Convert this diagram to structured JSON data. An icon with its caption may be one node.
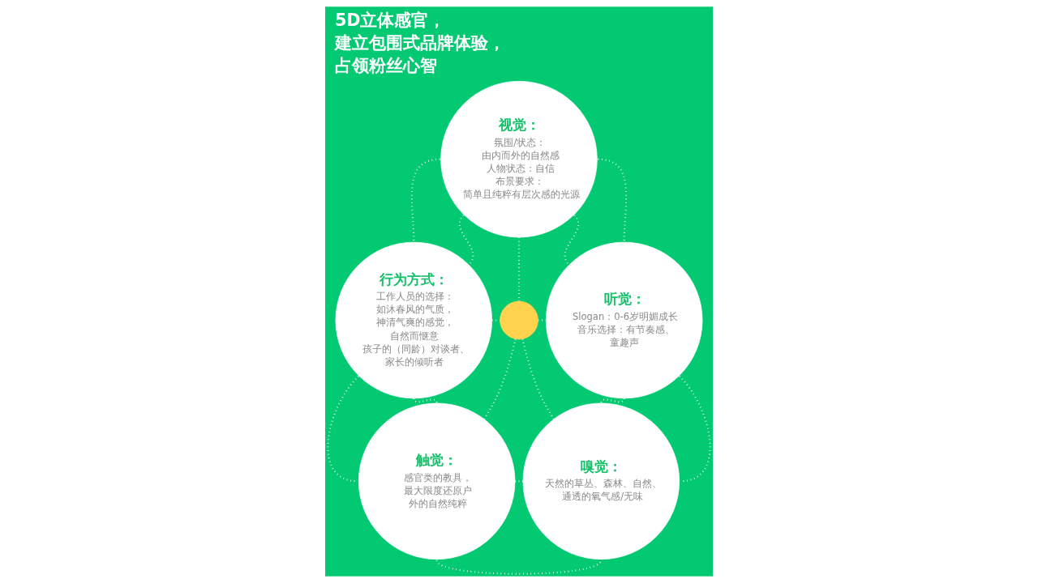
{
  "diagram": {
    "title": "5D立体感官，建立包围式品牌体验，占领粉丝心智",
    "nodes": [
      {
        "text": [
          "视觉：",
          "氛围/状态：由内而外的自然感",
          "人物状态：自信",
          "布景要求：简单且纯粹有层次感的光源"
        ]
      },
      {
        "text": [
          "行为方式：",
          "工作人员的选择：如沐春风的气质，神清气爽的感觉，自然而惬意",
          "孩子的（同龄）对谈者、家长的倾听者"
        ]
      },
      {
        "text": [
          "听觉：",
          "Slogan：0-6岁明媚成长",
          "音乐选择：有节奏感、童趣声"
        ]
      },
      {
        "text": [],
        "shape": "circle"
      },
      {
        "text": [
          "触觉：",
          "感官类的教具，最大限度还原户外的自然纯粹"
        ]
      },
      {
        "text": [
          "嗅觉：",
          "天然的草丛、森林、自然、通透的氧气感/无味"
        ]
      }
    ],
    "edges": [
      {
        "from": 0,
        "to": 3,
        "arrow": "none"
      },
      {
        "from": 1,
        "to": 3,
        "arrow": "none"
      },
      {
        "from": 3,
        "to": 2,
        "arrow": "none"
      },
      {
        "from": 3,
        "to": 4,
        "arrow": "none"
      },
      {
        "from": 3,
        "to": 5,
        "arrow": "none"
      },
      {
        "from": 0,
        "to": 1,
        "arrow": "none"
      },
      {
        "from": 0,
        "to": 2,
        "arrow": "none"
      },
      {
        "from": 1,
        "to": 4,
        "arrow": "none"
      },
      {
        "from": 2,
        "to": 5,
        "arrow": "none"
      },
      {
        "from": 4,
        "to": 5,
        "arrow": "none"
      },
      {
        "from": 0,
        "to": 1,
        "arrow": "none"
      },
      {
        "from": 0,
        "to": 2,
        "arrow": "none"
      },
      {
        "from": 1,
        "to": 4,
        "arrow": "none"
      },
      {
        "from": 2,
        "to": 5,
        "arrow": "none"
      },
      {
        "from": 4,
        "to": 5,
        "arrow": "none"
      }
    ]
  }
}
